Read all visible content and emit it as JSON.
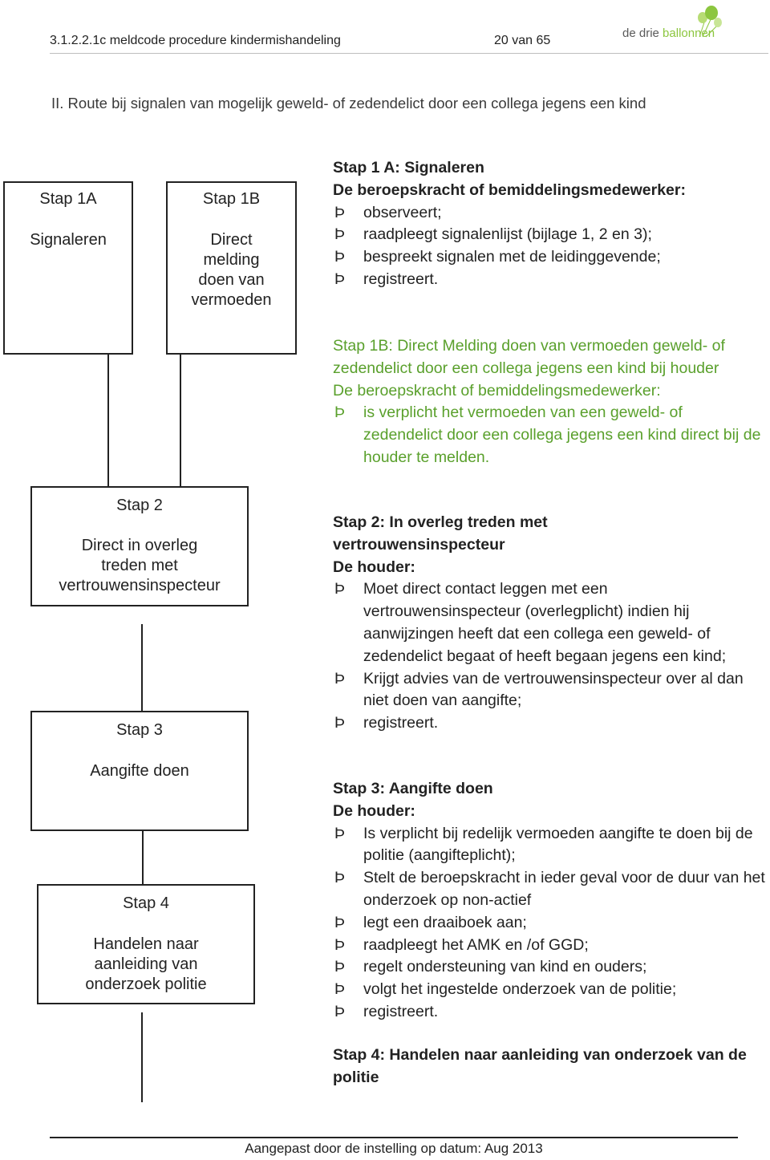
{
  "header": {
    "doc_id": "3.1.2.2.1c meldcode procedure kindermishandeling",
    "page": "20 van 65",
    "logo": {
      "part1": "de drie ",
      "part2": "ballonnen"
    }
  },
  "heading": "II.  Route bij signalen van mogelijk geweld- of zedendelict door een collega  jegens een kind",
  "flow": {
    "box1a": {
      "title": "Stap 1A",
      "label": "Signaleren"
    },
    "box1b": {
      "title": "Stap 1B",
      "label": [
        "Direct",
        "melding",
        "doen van",
        "vermoeden"
      ]
    },
    "box2": {
      "title": "Stap 2",
      "label": [
        "Direct in overleg",
        "treden met",
        "vertrouwensinspecteur"
      ]
    },
    "box3": {
      "title": "Stap 3",
      "label": "Aangifte doen"
    },
    "box4": {
      "title": "Stap 4",
      "label": [
        "Handelen naar",
        "aanleiding van",
        "onderzoek politie"
      ]
    }
  },
  "steps": {
    "s1a": {
      "title": "Stap 1 A: Signaleren",
      "subtitle": "De beroepskracht of bemiddelingsmedewerker:",
      "bullets": [
        "observeert;",
        "raadpleegt signalenlijst (bijlage 1, 2 en 3);",
        "bespreekt signalen met de leidinggevende;",
        "registreert."
      ]
    },
    "s1b": {
      "title": "Stap 1B: Direct Melding doen van vermoeden geweld- of zedendelict door een collega  jegens een kind bij houder",
      "subtitle": "De beroepskracht of bemiddelingsmedewerker:",
      "bullets": [
        "is verplicht het vermoeden van een geweld- of zedendelict door een collega jegens een kind direct bij de houder te melden."
      ]
    },
    "s2": {
      "title": "Stap 2: In overleg treden met vertrouwensinspecteur",
      "subtitle": "De houder:",
      "bullets": [
        "Moet direct contact leggen met een vertrouwensinspecteur (overlegplicht) indien hij aanwijzingen heeft dat een collega een geweld- of zedendelict begaat of heeft begaan jegens een kind;",
        "Krijgt advies van de vertrouwensinspecteur over al dan niet doen van aangifte;",
        "registreert."
      ]
    },
    "s3": {
      "title": "Stap 3: Aangifte doen",
      "subtitle": "De houder:",
      "bullets": [
        "Is verplicht bij redelijk vermoeden aangifte te doen bij de politie (aangifteplicht);",
        "Stelt de beroepskracht in ieder geval voor de duur van het onderzoek op non-actief",
        "legt een draaiboek aan;",
        "raadpleegt het AMK en /of GGD;",
        "regelt ondersteuning van kind en ouders;",
        "volgt het ingestelde onderzoek van de politie;",
        "registreert."
      ]
    },
    "s4": {
      "title": "Stap 4: Handelen naar aanleiding van onderzoek van de politie"
    }
  },
  "footer": "Aangepast door de instelling op datum: Aug 2013",
  "colors": {
    "text": "#222222",
    "green": "#5aa02c",
    "logo_green": "#8cc63f"
  }
}
